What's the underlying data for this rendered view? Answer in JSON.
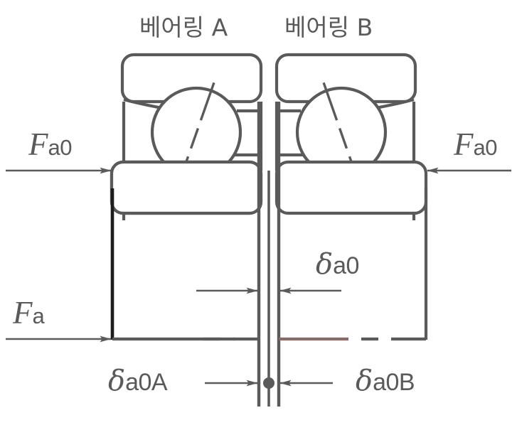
{
  "diagram": {
    "title_a": "베어링 A",
    "title_b": "베어링 B",
    "labels": {
      "force_preload_left_main": "F",
      "force_preload_left_sub": "a0",
      "force_preload_right_main": "F",
      "force_preload_right_sub": "a0",
      "force_axial_main": "F",
      "force_axial_sub": "a",
      "delta_a0_symbol": "δ",
      "delta_a0_sub": "a0",
      "delta_a0A_symbol": "δ",
      "delta_a0A_sub": "a0A",
      "delta_a0B_symbol": "δ",
      "delta_a0B_sub": "a0B"
    },
    "colors": {
      "line": "#5a5a5a",
      "dark_line": "#1c1c1c",
      "accent_red": "#8a6a64",
      "text": "#5a5a5a",
      "background": "#ffffff"
    }
  }
}
